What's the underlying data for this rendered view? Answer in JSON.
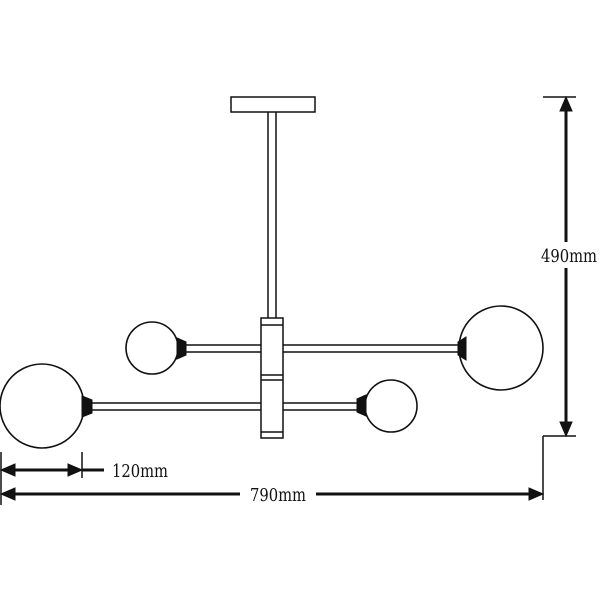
{
  "dimensions": {
    "height_label": "490mm",
    "width_label": "790mm",
    "globe_label": "120mm"
  },
  "colors": {
    "line": "#111111",
    "background": "#ffffff"
  }
}
